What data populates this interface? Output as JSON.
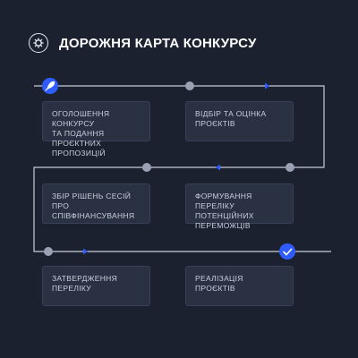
{
  "title": "ДОРОЖНЯ КАРТА КОНКУРСУ",
  "logo_icon": "gear-icon",
  "start_icon": "rocket-icon",
  "end_icon": "checkmark-icon",
  "colors": {
    "background": "#1c2130",
    "line": "#c7ccd6",
    "accent": "#2f5bff",
    "card": "#2a3142"
  },
  "steps": [
    {
      "label": "ОГОЛОШЕННЯ КОНКУРСУ\nТА ПОДАННЯ ПРОЄКТНИХ\nПРОПОЗИЦІЙ"
    },
    {
      "label": "ВІДБІР ТА ОЦІНКА\nПРОЄКТІВ"
    },
    {
      "label": "ЗБІР РІШЕНЬ СЕСІЙ ПРО\nСПІВФІНАНСУВАННЯ"
    },
    {
      "label": "ФОРМУВАННЯ ПЕРЕЛІКУ\nПОТЕНЦІЙНИХ\nПЕРЕМОЖЦІВ"
    },
    {
      "label": "ЗАТВЕРДЖЕННЯ\nПЕРЕЛІКУ"
    },
    {
      "label": "РЕАЛІЗАЦІЯ\nПРОЄКТІВ"
    }
  ]
}
